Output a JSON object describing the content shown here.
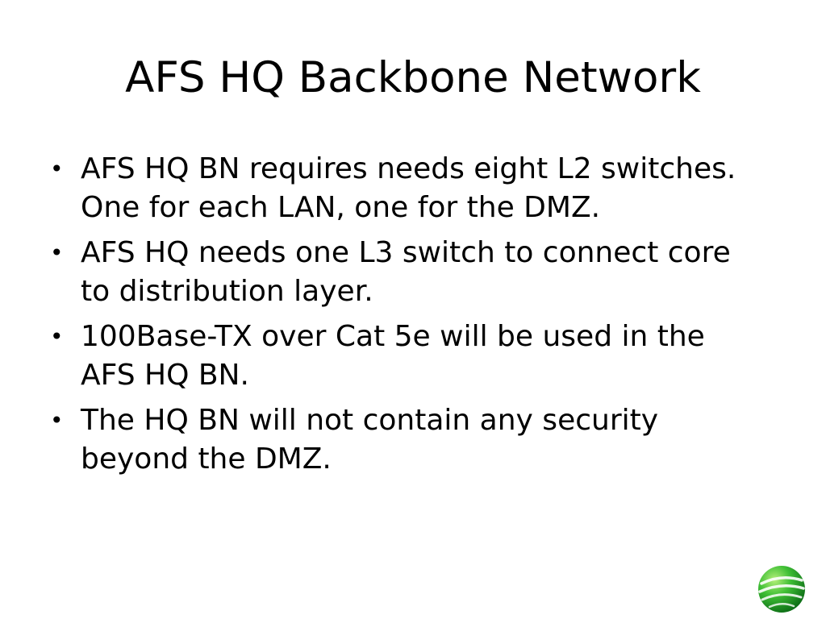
{
  "slide": {
    "title": "AFS HQ Backbone Network",
    "bullets": [
      "AFS HQ BN requires needs eight L2 switches. One for each LAN, one for the DMZ.",
      "AFS HQ needs one L3 switch to connect core to distribution layer.",
      "100Base-TX over Cat 5e will be used in the AFS HQ BN.",
      "The HQ BN will not contain any security beyond the DMZ."
    ],
    "bullet_symbol": "•",
    "logo_icon": "green-globe-icon",
    "logo_colors": [
      "#1f9d2a",
      "#7ed957",
      "#0b6b15"
    ]
  }
}
